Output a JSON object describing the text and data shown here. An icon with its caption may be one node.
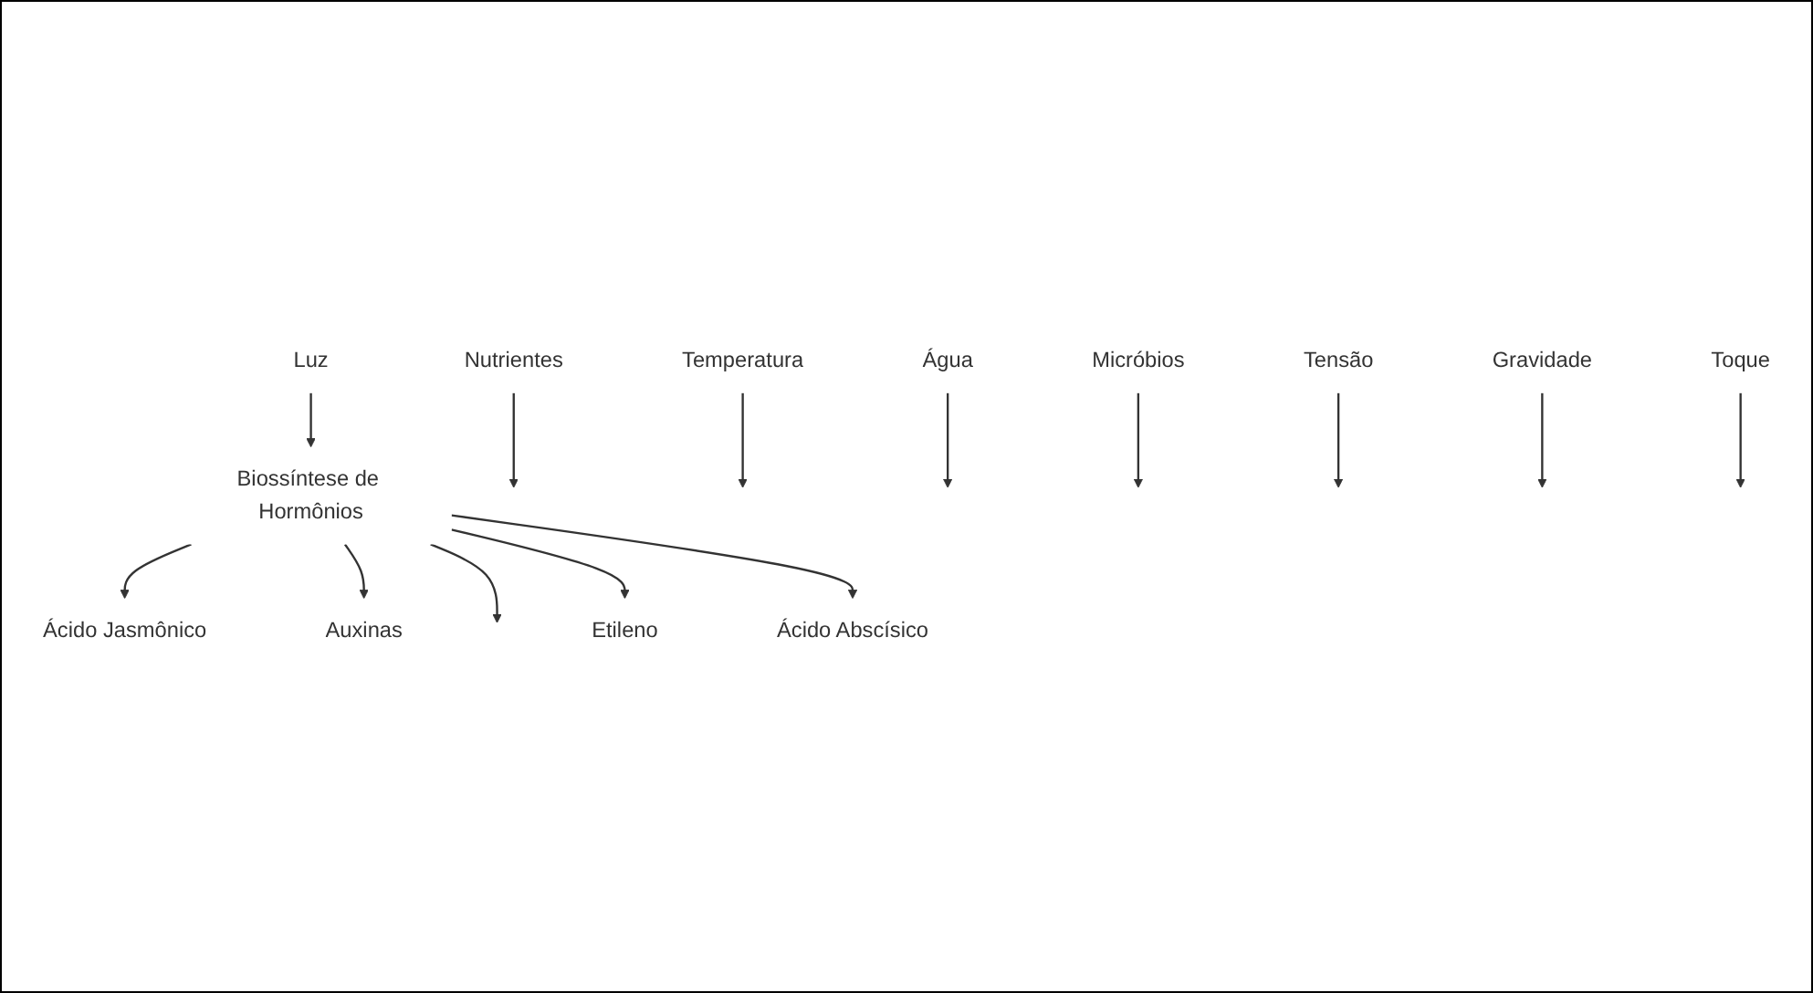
{
  "diagram": {
    "nodes": [
      {
        "text": [
          "Nutrientes"
        ]
      },
      {
        "text": [
          "Temperatura"
        ]
      },
      {
        "text": [
          "Água"
        ]
      },
      {
        "text": [
          "Micróbios"
        ]
      },
      {
        "text": [
          "Tensão"
        ]
      },
      {
        "text": [
          "Gravidade"
        ]
      },
      {
        "text": [
          "Toque"
        ]
      },
      {
        "text": [
          "Luz"
        ]
      },
      {
        "text": [
          "Biossíntese de Hormônios"
        ]
      },
      {
        "text": [
          "Ácido Jasmônico"
        ]
      },
      {
        "text": [
          "Auxinas"
        ]
      },
      {
        "text": [
          "Ácido Abscísico"
        ]
      },
      {
        "text": [
          "Etileno"
        ]
      }
    ],
    "edges": [
      {
        "from": 0,
        "to": null,
        "arrow": "to"
      },
      {
        "from": 1,
        "to": null,
        "arrow": "to"
      },
      {
        "from": 2,
        "to": null,
        "arrow": "to"
      },
      {
        "from": 3,
        "to": null,
        "arrow": "to"
      },
      {
        "from": 4,
        "to": null,
        "arrow": "to"
      },
      {
        "from": 5,
        "to": null,
        "arrow": "to"
      },
      {
        "from": 6,
        "to": null,
        "arrow": "to"
      },
      {
        "from": 7,
        "to": 8,
        "arrow": "to"
      },
      {
        "from": 8,
        "to": 9,
        "arrow": "to"
      },
      {
        "from": 8,
        "to": 10,
        "arrow": "to"
      },
      {
        "from": 8,
        "to": null,
        "arrow": "to"
      },
      {
        "from": 8,
        "to": 12,
        "arrow": "to"
      },
      {
        "from": 8,
        "to": 11,
        "arrow": "to"
      }
    ]
  }
}
